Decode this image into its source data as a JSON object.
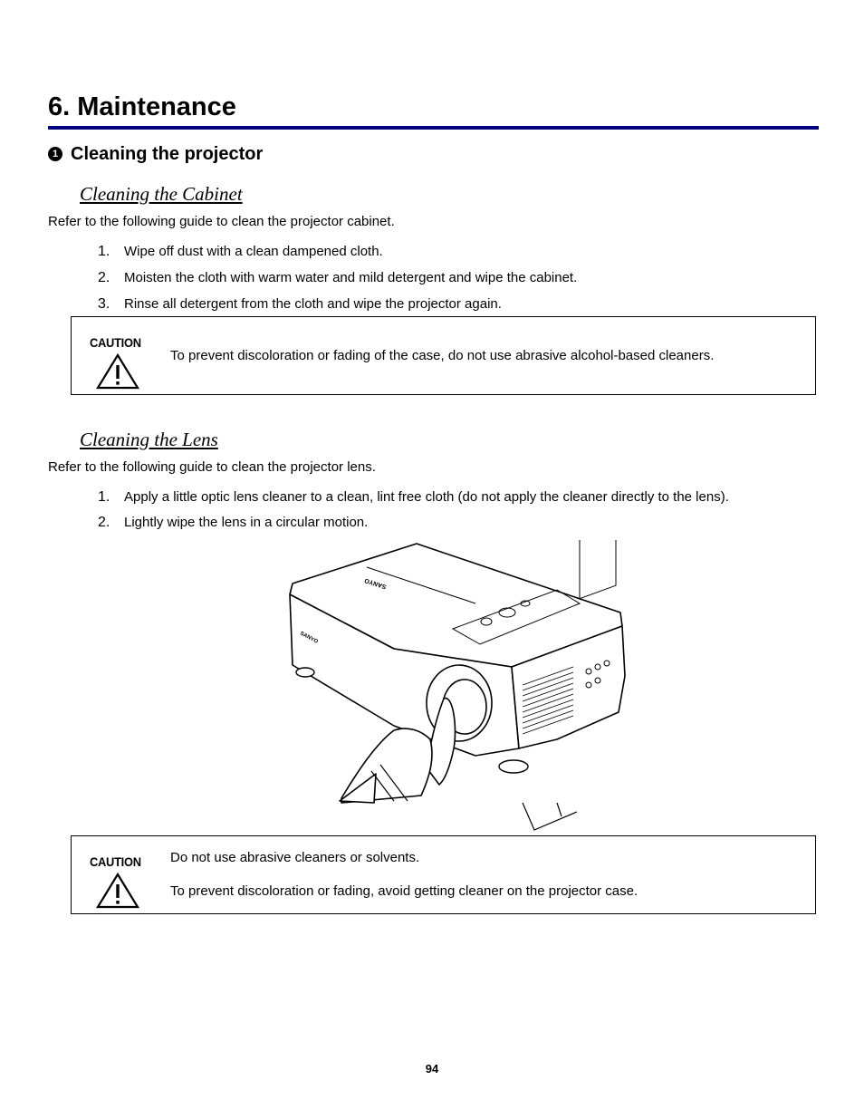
{
  "chapter": {
    "title": "6. Maintenance"
  },
  "section": {
    "bullet": "1",
    "title": "Cleaning the projector"
  },
  "cabinet": {
    "heading": "Cleaning the Cabinet",
    "intro": "Refer to the following guide to clean the projector cabinet.",
    "steps": [
      {
        "num": "1.",
        "text": "Wipe off dust with a clean dampened cloth."
      },
      {
        "num": "2.",
        "text": "Moisten the cloth with warm water and mild detergent and wipe the cabinet."
      },
      {
        "num": "3.",
        "text": "Rinse all detergent from the cloth and wipe the projector again."
      }
    ],
    "caution": {
      "label": "CAUTION",
      "text": "To prevent discoloration or fading of the case, do not use abrasive alcohol-based cleaners."
    }
  },
  "lens": {
    "heading": "Cleaning the Lens",
    "intro": "Refer to the following guide to clean the projector lens.",
    "steps": [
      {
        "num": "1.",
        "text": "Apply a little optic lens cleaner to a clean, lint free cloth (do not apply the cleaner directly to the lens)."
      },
      {
        "num": "2.",
        "text": "Lightly wipe the lens in a circular motion."
      }
    ],
    "caution": {
      "label": "CAUTION",
      "line1": "Do not use abrasive cleaners or solvents.",
      "line2": "To prevent discoloration or fading, avoid getting cleaner on the projector case."
    }
  },
  "illustration": {
    "brand": "SANYO"
  },
  "footer": {
    "page_number": "94"
  },
  "colors": {
    "rule": "#00007f",
    "text": "#000000"
  }
}
